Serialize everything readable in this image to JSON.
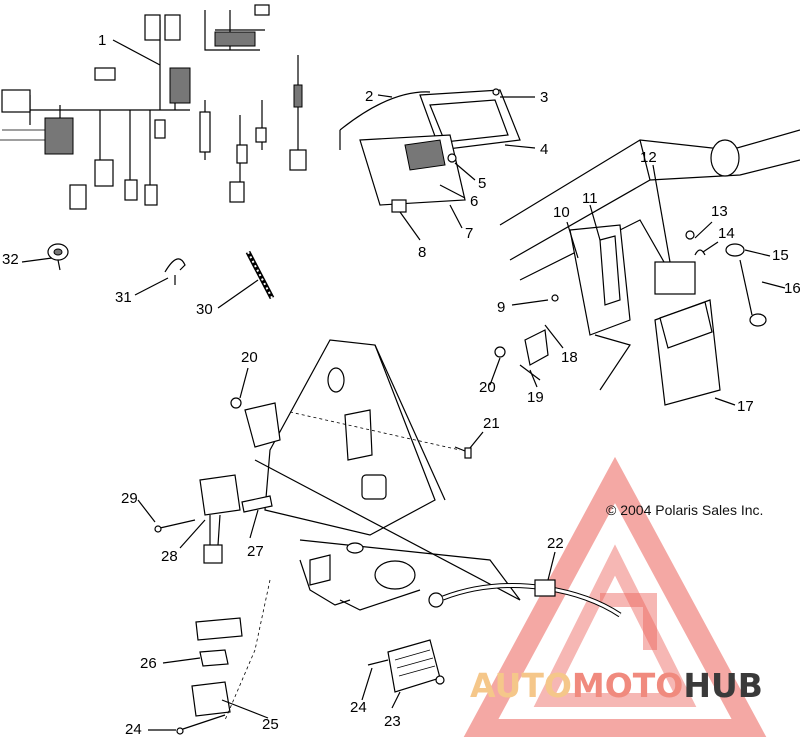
{
  "callouts": [
    "1",
    "2",
    "3",
    "4",
    "5",
    "6",
    "7",
    "8",
    "9",
    "10",
    "11",
    "12",
    "13",
    "14",
    "15",
    "16",
    "17",
    "18",
    "19",
    "20",
    "20",
    "21",
    "22",
    "23",
    "24",
    "24",
    "25",
    "26",
    "27",
    "28",
    "29",
    "30",
    "31",
    "32"
  ],
  "copyright": "© 2004 Polaris Sales Inc.",
  "watermark": {
    "part1": "AUTO",
    "part2": "MOTO",
    "part3": "HUB",
    "color1": "#f5c78a",
    "color2": "#f08a7e",
    "color3": "#3a3a3a",
    "triangle_color": "#e8453c"
  }
}
